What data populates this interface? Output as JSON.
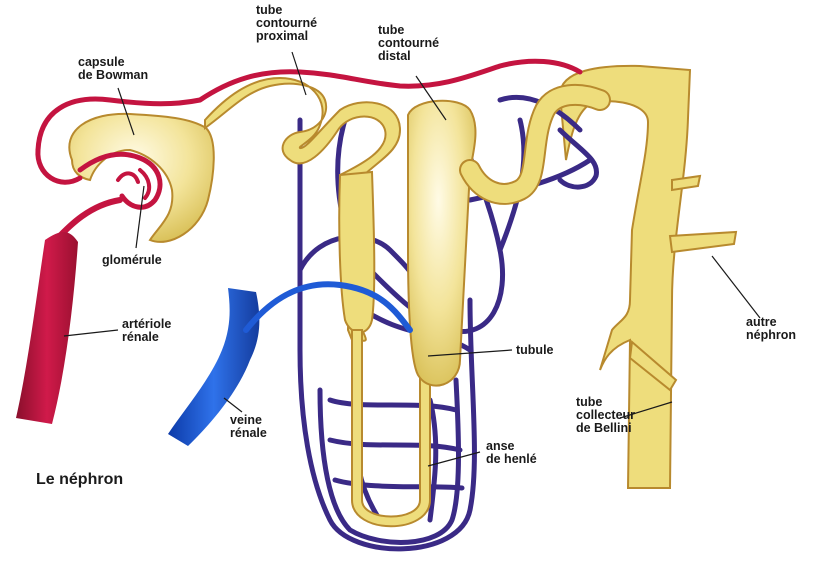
{
  "title": "Le néphron",
  "colors": {
    "artery": "#c41440",
    "vein": "#1f5bd6",
    "capillary": "#3a2a86",
    "tubule": "#eedd7c",
    "tubule_outline": "#b88a2e"
  },
  "labels": {
    "capsule": [
      "capsule",
      "de Bowman"
    ],
    "tube_proximal": [
      "tube",
      "contourné",
      "proximal"
    ],
    "tube_distal": [
      "tube",
      "contourné",
      "distal"
    ],
    "glomerule": [
      "glomérule"
    ],
    "arteriole": [
      "artériole",
      "rénale"
    ],
    "veine": [
      "veine",
      "rénale"
    ],
    "tubule": [
      "tubule"
    ],
    "anse": [
      "anse",
      "de henlé"
    ],
    "autre": [
      "autre",
      "néphron"
    ],
    "collecteur": [
      "tube",
      "collecteur",
      "de Bellini"
    ]
  }
}
